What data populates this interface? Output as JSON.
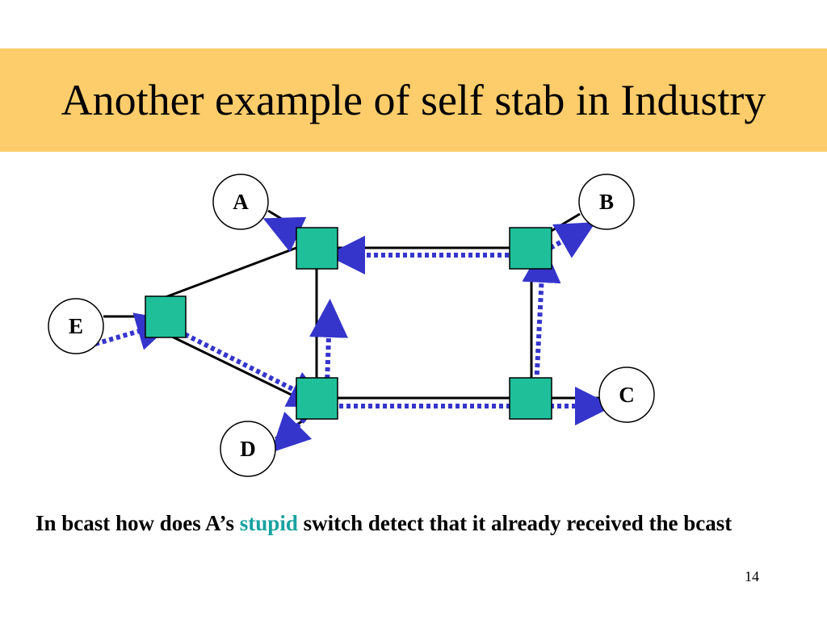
{
  "slide": {
    "title": "Another example of self stab in Industry",
    "page_number": "14"
  },
  "diagram": {
    "hosts": {
      "a": "A",
      "b": "B",
      "c": "C",
      "d": "D",
      "e": "E"
    },
    "colors": {
      "switch_fill": "#1fbf9a",
      "link": "#000000",
      "broadcast_path": "#3535cc",
      "title_bar": "#fdcd6b",
      "highlight": "#17a2a0"
    }
  },
  "caption": {
    "before": "In bcast how does A’s ",
    "highlight": "stupid",
    "after": " switch detect that it already received the bcast"
  }
}
